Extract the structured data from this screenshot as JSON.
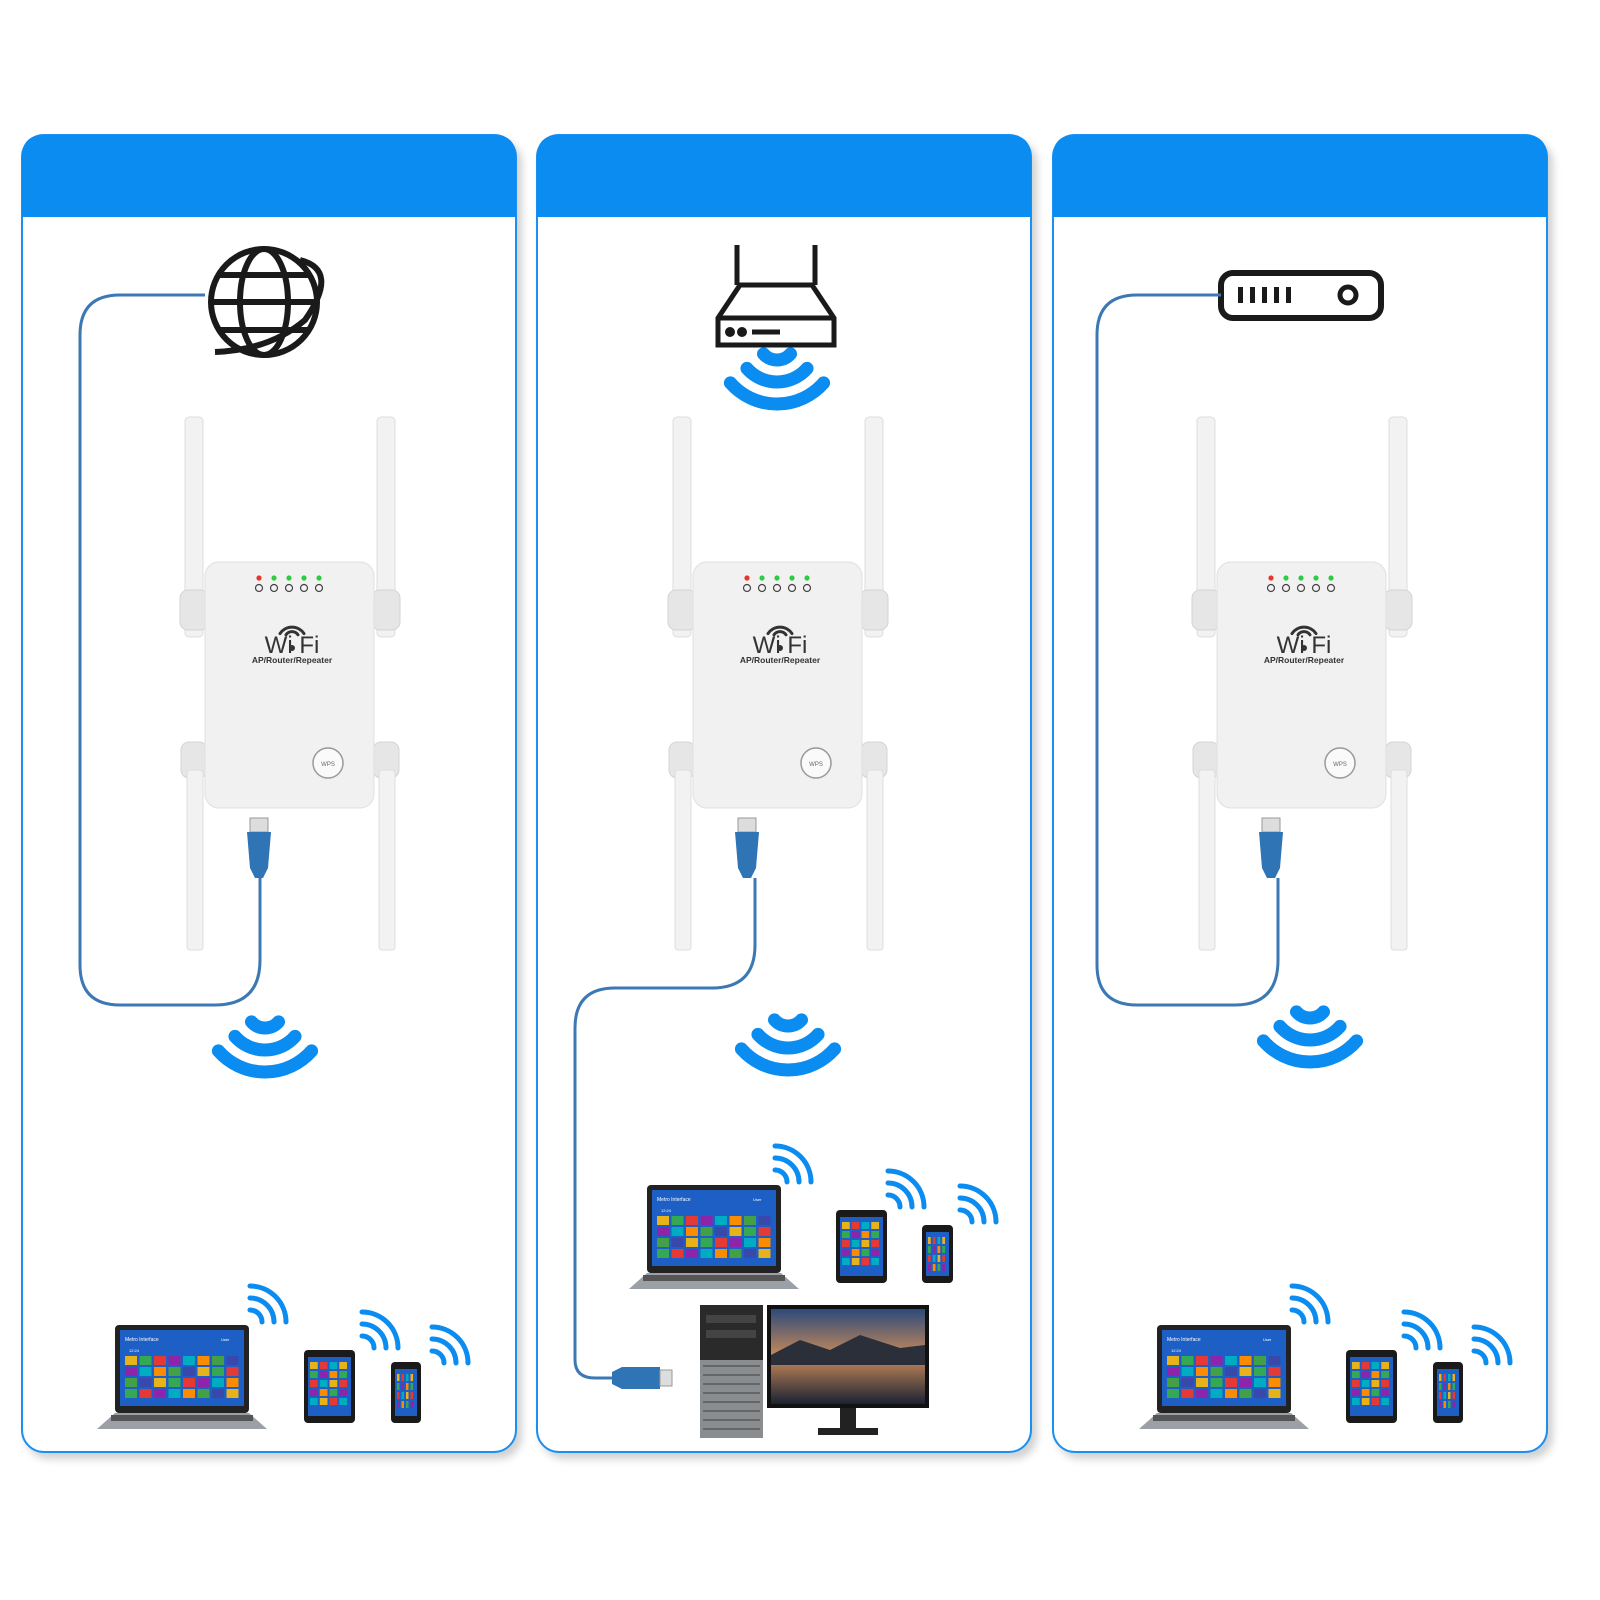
{
  "colors": {
    "accent": "#0A8CF0",
    "cable": "#3C78B4",
    "frame": "#1E90F0",
    "led_red": "#E8352B",
    "led_green": "#2ECC40"
  },
  "device": {
    "brand": "Wi  Fi",
    "subtitle": "AP/Router/Repeater",
    "wps_label": "WPS"
  },
  "screen": {
    "title": "Metro Interface",
    "user": "User",
    "time": "12:24"
  },
  "panels": [
    {
      "name": "mode-router",
      "top_icon": "globe-icon",
      "uplink": "cable"
    },
    {
      "name": "mode-repeater",
      "top_icon": "router-icon",
      "uplink": "wireless"
    },
    {
      "name": "mode-access-point",
      "top_icon": "modem-icon",
      "uplink": "cable"
    }
  ]
}
